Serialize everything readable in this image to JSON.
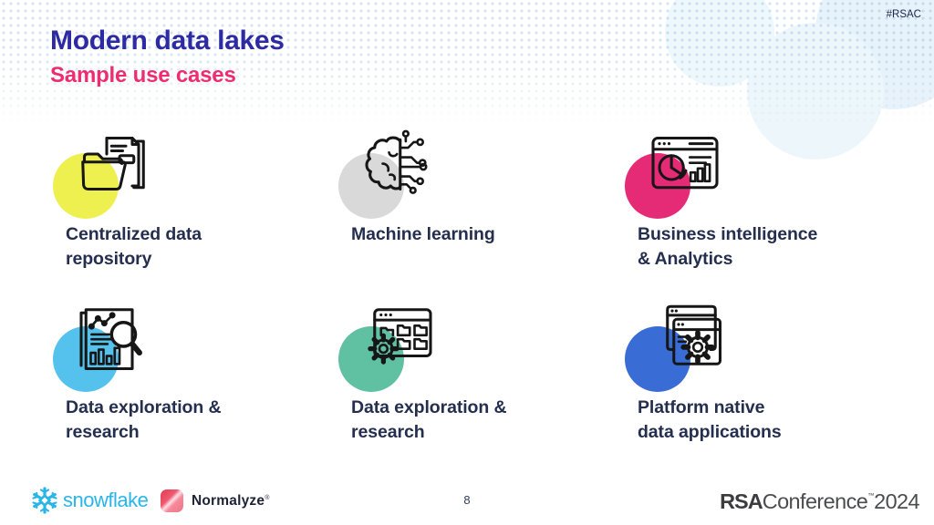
{
  "slide": {
    "hashtag": "#RSAC",
    "title": "Modern data lakes",
    "subtitle": "Sample use cases",
    "page_number": "8"
  },
  "colors": {
    "title": "#2d2aa4",
    "subtitle": "#ee2c6f",
    "label_text": "#242e4e",
    "snowflake_brand": "#29b5e8",
    "deco_circle_fill": "#e9f3fa",
    "accent_yellow": "#edf04f",
    "accent_gray": "#d9d9d9",
    "accent_pink": "#e62b76",
    "accent_lightblue": "#54c2ec",
    "accent_teal": "#5fc0a2",
    "accent_blue": "#3a6cd6"
  },
  "use_cases": [
    {
      "label": "Centralized data\nrepository",
      "icon": "folder-documents-icon",
      "accent_color": "#edf04f"
    },
    {
      "label": "Machine learning",
      "icon": "brain-circuit-icon",
      "accent_color": "#d9d9d9"
    },
    {
      "label": "Business intelligence\n& Analytics",
      "icon": "dashboard-charts-icon",
      "accent_color": "#e62b76"
    },
    {
      "label": "Data exploration &\nresearch",
      "icon": "report-magnifier-icon",
      "accent_color": "#54c2ec"
    },
    {
      "label": "Data exploration &\nresearch",
      "icon": "browser-folders-gear-icon",
      "accent_color": "#5fc0a2"
    },
    {
      "label": "Platform native\ndata applications",
      "icon": "windows-gear-icon",
      "accent_color": "#3a6cd6"
    }
  ],
  "footer": {
    "snowflake_text": "snowflake",
    "normalyze_text": "Normalyze",
    "normalyze_reg": "®",
    "rsac": {
      "rsa": "RSA",
      "conference": "Conference",
      "tm": "™",
      "year": "2024"
    }
  }
}
